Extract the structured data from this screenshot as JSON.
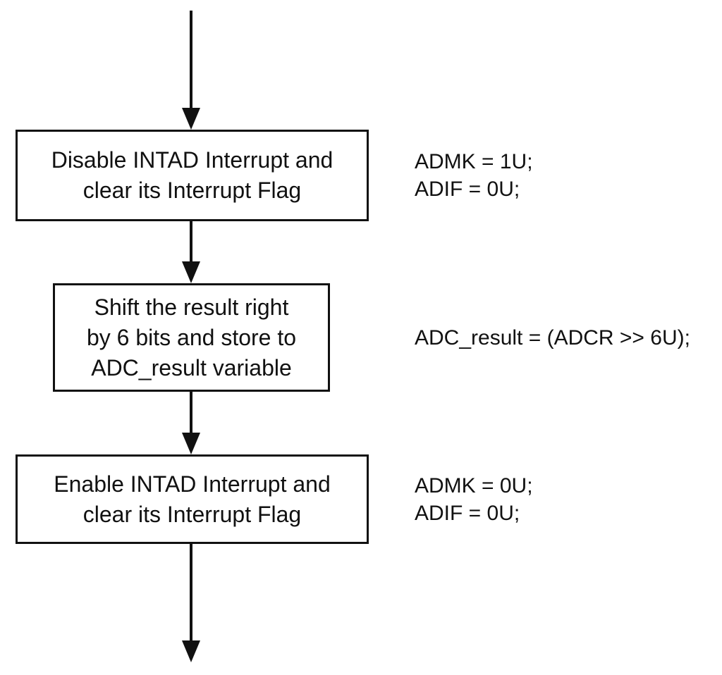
{
  "flowchart": {
    "steps": [
      {
        "label": "Disable INTAD Interrupt and\nclear its Interrupt Flag",
        "code": "ADMK = 1U;\nADIF = 0U;"
      },
      {
        "label": "Shift the result right\nby 6 bits and store to\nADC_result variable",
        "code": "ADC_result = (ADCR >> 6U);"
      },
      {
        "label": "Enable INTAD Interrupt and\nclear its Interrupt Flag",
        "code": "ADMK = 0U;\nADIF = 0U;"
      }
    ]
  },
  "colors": {
    "stroke": "#111111",
    "background": "#ffffff"
  }
}
